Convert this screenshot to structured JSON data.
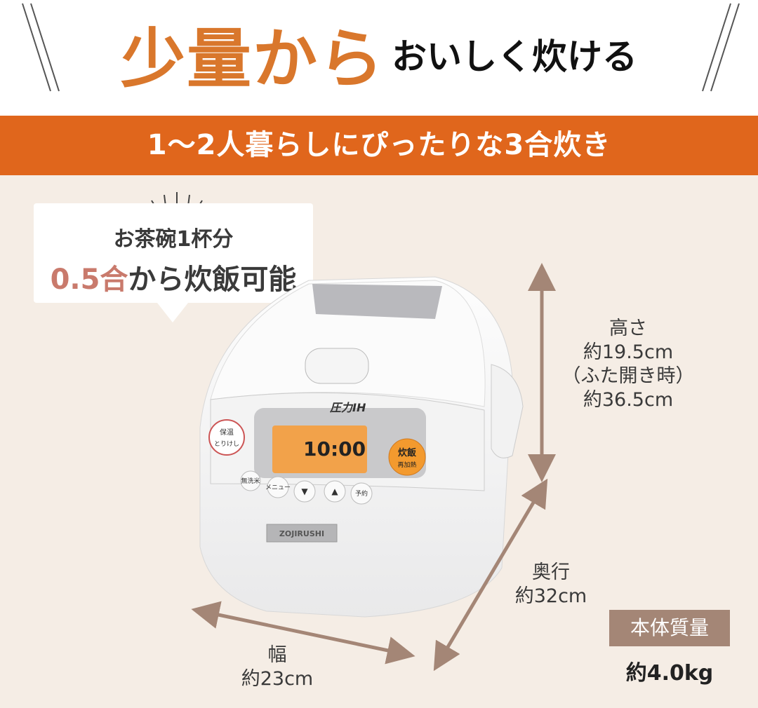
{
  "header": {
    "title_emphasis": "少量から",
    "title_rest": "おいしく炊ける"
  },
  "band": {
    "text": "1〜2人暮らしにぴったりな3合炊き"
  },
  "bubble": {
    "line1": "お茶碗1杯分",
    "highlight": "0.5合",
    "line2_rest": "から炊飯可能"
  },
  "dimensions": {
    "height": {
      "label": "高さ",
      "value": "約19.5cm",
      "note": "（ふた開き時）",
      "open_value": "約36.5cm"
    },
    "depth": {
      "label": "奥行",
      "value": "約32cm"
    },
    "width": {
      "label": "幅",
      "value": "約23cm"
    }
  },
  "mass": {
    "label": "本体質量",
    "value": "約4.0kg"
  },
  "product": {
    "model_logo": "圧力IH",
    "display_time": "10:00",
    "keep_warm": "保温",
    "keep_warm_sub": "とりけし",
    "cook_button": "炊飯",
    "cook_button_sub": "再加熱",
    "buttons": [
      "無洗米",
      "メニュー",
      "▼",
      "▲",
      "予約"
    ],
    "brand": "ZOJIRUSHI"
  },
  "colors": {
    "accent_orange": "#e0661c",
    "title_orange": "#d9772c",
    "arrow_brown": "#a48676",
    "background": "#f5ede5"
  }
}
